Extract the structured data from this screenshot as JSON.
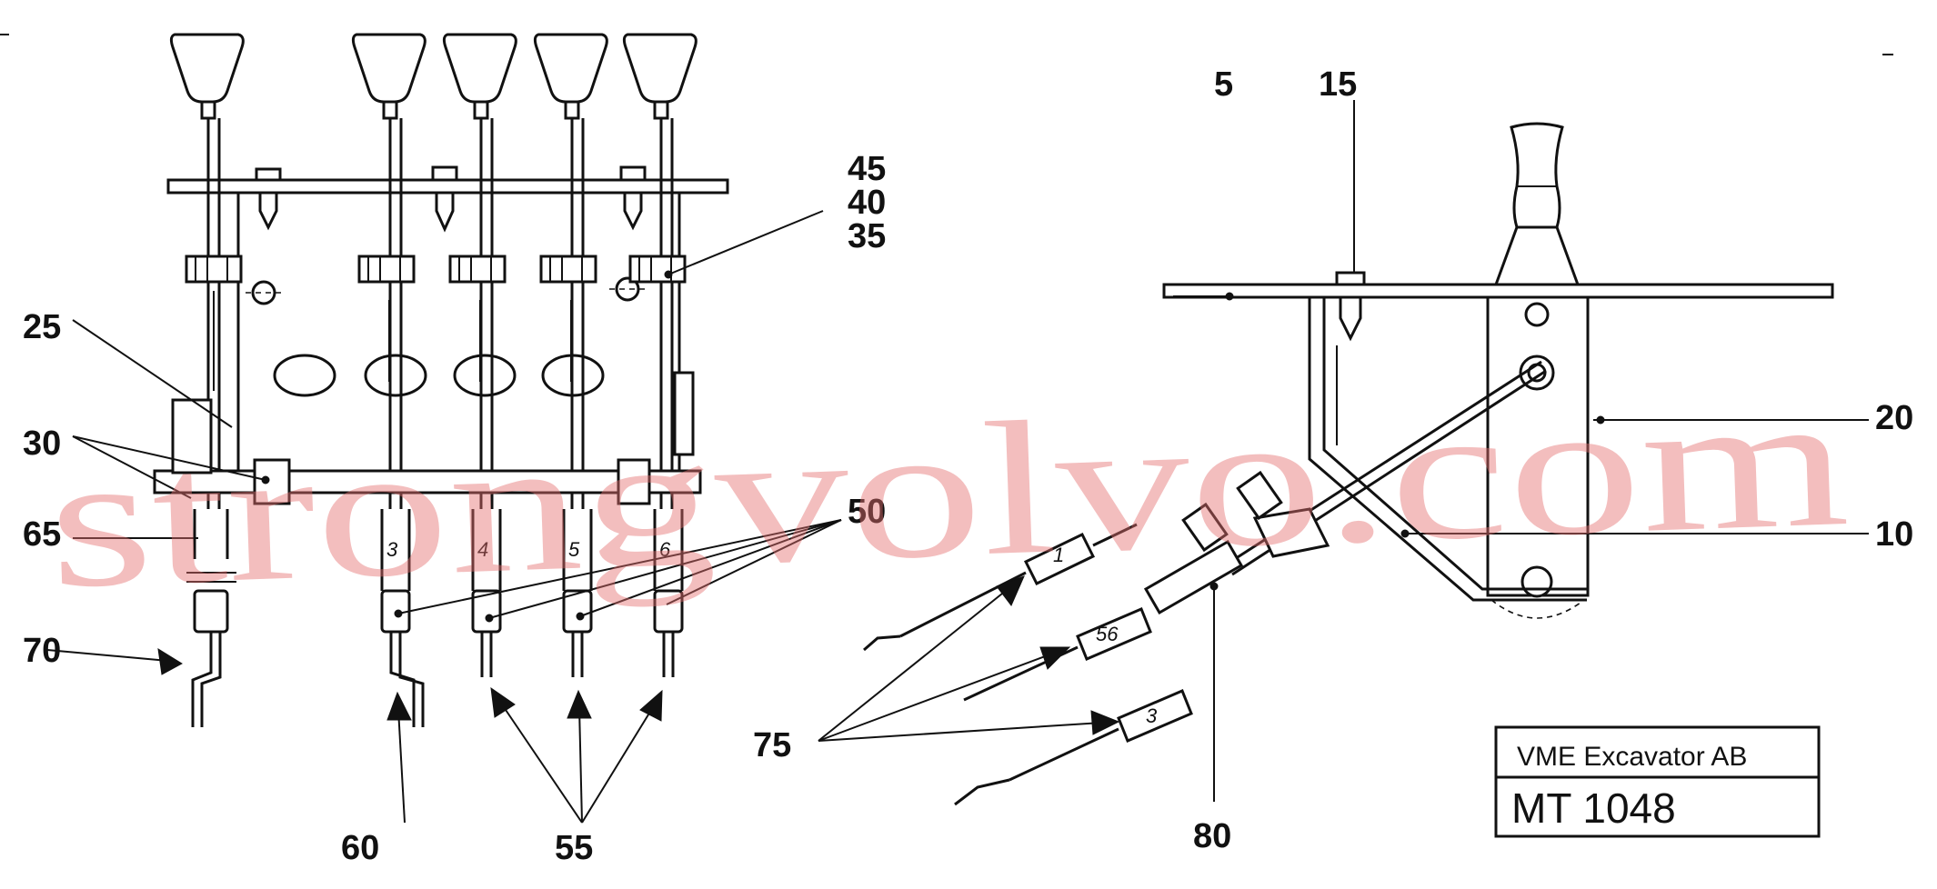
{
  "callouts": {
    "c5": "5",
    "c10": "10",
    "c15": "15",
    "c20": "20",
    "c25": "25",
    "c30": "30",
    "c35": "35",
    "c40": "40",
    "c45": "45",
    "c50": "50",
    "c55": "55",
    "c60": "60",
    "c65": "65",
    "c70": "70",
    "c75": "75",
    "c80": "80"
  },
  "rod_markings": [
    "3",
    "4",
    "5",
    "6"
  ],
  "cable_markings": [
    "1",
    "56",
    "3"
  ],
  "stamp": {
    "company": "VME Excavator AB",
    "drawing_number": "MT 1048"
  },
  "watermark": "strongvolvo.com"
}
